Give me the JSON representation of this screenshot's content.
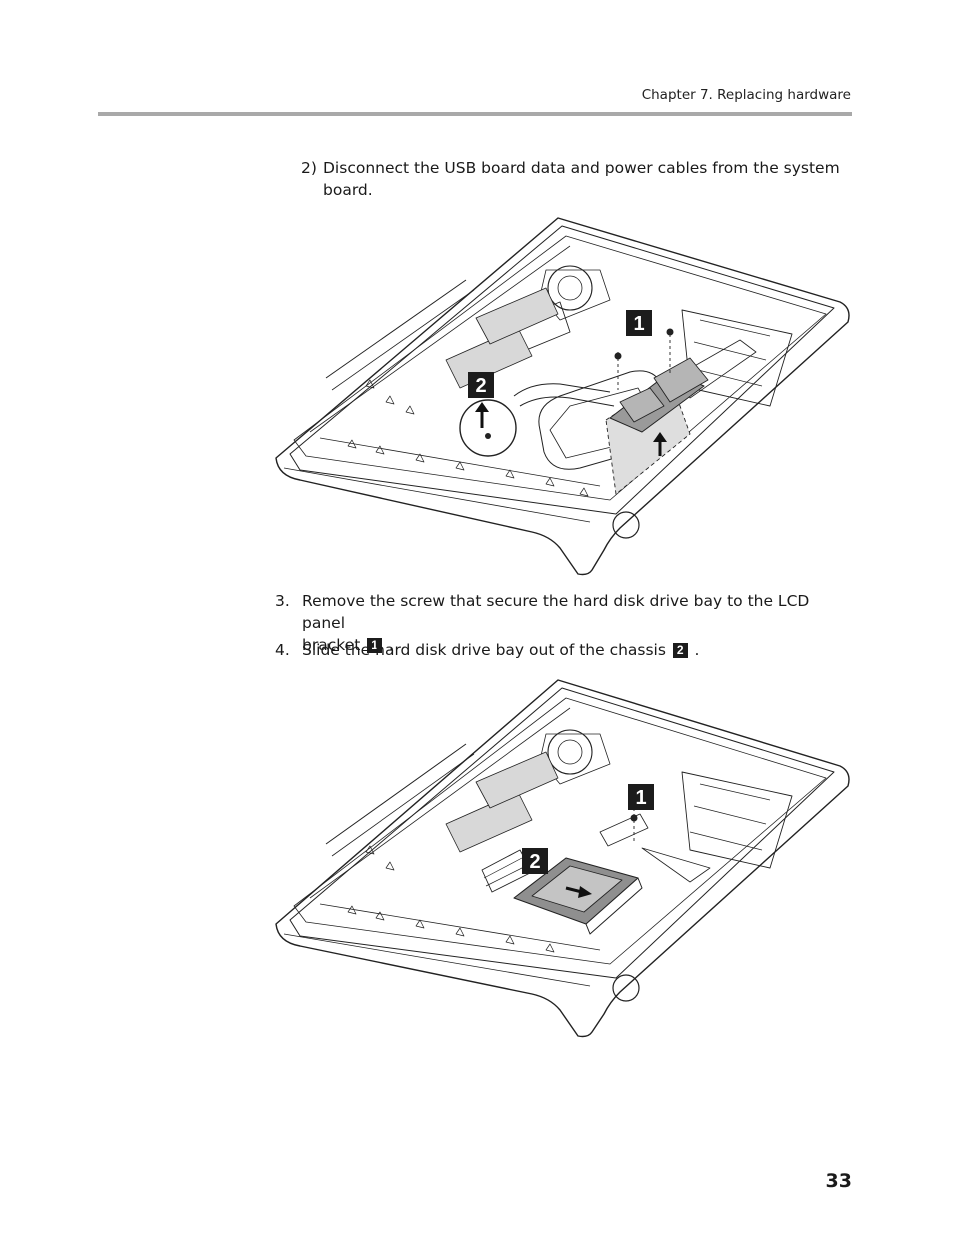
{
  "header": {
    "chapter": "Chapter 7. Replacing hardware"
  },
  "step_2": {
    "number": "2)",
    "line1": "Disconnect the USB board data and power cables from the system",
    "line2": "board."
  },
  "step_3": {
    "number": "3.",
    "line1": "Remove the screw that secure the hard disk drive bay to the LCD panel",
    "line2_text": "bracket",
    "badge": "1",
    "tail": "."
  },
  "step_4": {
    "number": "4.",
    "text": "Slide the hard disk drive bay out of the chassis",
    "badge": "2",
    "tail": "."
  },
  "figure_1": {
    "callouts": [
      "1",
      "2"
    ]
  },
  "figure_2": {
    "callouts": [
      "1",
      "2"
    ]
  },
  "page_number": "33"
}
